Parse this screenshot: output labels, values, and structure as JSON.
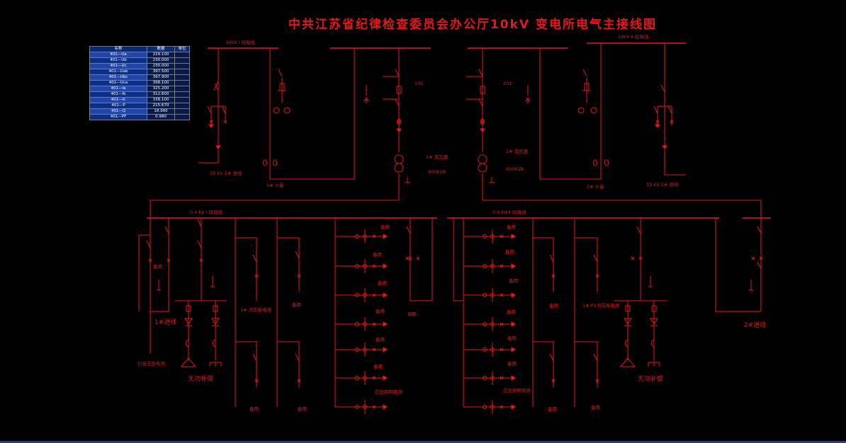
{
  "title": "中共江苏省纪律检查委员会办公厅10kV 变电所电气主接线图",
  "colors": {
    "line": "#e81818",
    "background": "#000000",
    "table_header": "#0c2a6e",
    "table_row_a": "#2246a8",
    "table_row_b": "#0e2f80"
  },
  "table": {
    "headers": [
      "名称",
      "数据",
      "单位"
    ],
    "rows": [
      {
        "name": "401—Ua",
        "value": "229.100",
        "unit": ""
      },
      {
        "name": "401—Ub",
        "value": "230.000",
        "unit": ""
      },
      {
        "name": "401—Uc",
        "value": "230.000",
        "unit": ""
      },
      {
        "name": "401—Uab",
        "value": "397.500",
        "unit": ""
      },
      {
        "name": "401—Ubc",
        "value": "397.900",
        "unit": ""
      },
      {
        "name": "401—Uca",
        "value": "398.100",
        "unit": ""
      },
      {
        "name": "401—Ia",
        "value": "325.200",
        "unit": ""
      },
      {
        "name": "401—Ib",
        "value": "312.600",
        "unit": ""
      },
      {
        "name": "401—Ic",
        "value": "338.100",
        "unit": ""
      },
      {
        "name": "401—P",
        "value": "215.670",
        "unit": ""
      },
      {
        "name": "401—Q",
        "value": "18.990",
        "unit": ""
      },
      {
        "name": "401—PF",
        "value": "0.980",
        "unit": ""
      }
    ]
  },
  "labels": {
    "bus_10kv_1": "10kV Ⅰ 段母线",
    "bus_10kv_2": "10kV Ⅱ 段母线",
    "incoming_1": "10 kV 1# 进线",
    "incoming_2": "10 kV 2# 进线",
    "meter_1": "1# 计量",
    "meter_2": "2# 计量",
    "tx_1_name": "1# 变压器",
    "tx_2_name": "2# 变压器",
    "tx_1_cap": "800KVA",
    "tx_2_cap": "800KVA",
    "sw_101": "101",
    "sw_201": "201",
    "bus_04kv_1": "0.4 kV Ⅰ 段母线",
    "bus_04kv_2": "0.4 kV Ⅱ 段母线",
    "reserve_1": "备用",
    "reserve_2": "备用",
    "reserve_3": "备用",
    "reserve_4": "备用",
    "reserve_5": "备用",
    "reserve_6": "备用",
    "reserve_7": "备用",
    "reserve_8": "备用",
    "reserve_9": "备用",
    "reserve_10": "备用",
    "reserve_11": "备用",
    "reserve_12": "备用",
    "reserve_13": "备用",
    "reserve_14": "备用",
    "reserve_15": "备用",
    "reserve_16": "备用",
    "reserve_17": "备用",
    "reserve_18": "备用",
    "reserve_19": "备用",
    "emergency_1": "应急照明电源",
    "emergency_2": "应急照明电源",
    "fire_pump_1": "1# 消防泵电源",
    "fire_pump_2": "1# P2消防泵电源",
    "tie": "母联",
    "outgoing_1": "1#进线",
    "outgoing_2": "2#进线",
    "compensation_1": "无功补偿",
    "compensation_2": "无功补偿",
    "self_gen": "引自应急电源"
  }
}
